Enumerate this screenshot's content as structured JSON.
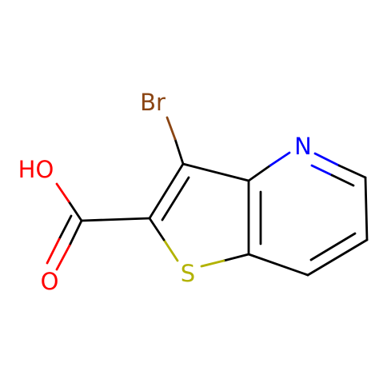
{
  "colors": {
    "carbon": "#000000",
    "bromine": "#8b4513",
    "nitrogen": "#0000ff",
    "oxygen": "#ff0000",
    "sulfur": "#b2b200",
    "background": "#ffffff"
  },
  "atoms": {
    "bromine": "Br",
    "nitrogen": "N",
    "sulfur": "S",
    "hydroxyl": "HO",
    "carbonyl_oxygen": "O"
  }
}
